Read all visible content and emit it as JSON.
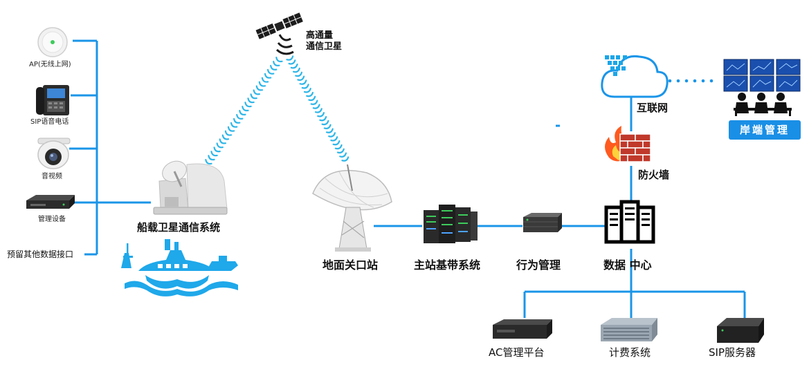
{
  "colors": {
    "wire": "#1a95e8",
    "signal": "#2fb6e8",
    "accent": "#1a8fe6",
    "flame": "#ff5a1f",
    "brick": "#c0392b"
  },
  "icons": [
    "access-point-icon",
    "ip-phone-icon",
    "camera-icon",
    "network-switch-icon",
    "ship-antenna-icon",
    "ship-icon",
    "satellite-icon",
    "cloud-icon",
    "firewall-icon",
    "dish-antenna-icon",
    "server-rack-icon",
    "router-icon",
    "datacenter-icon",
    "rack-server-icon",
    "monitor-wall-icon"
  ],
  "devices": {
    "ap": "AP(无线上网)",
    "phone": "SIP语音电话",
    "camera": "音视频",
    "manage": "管理设备",
    "reserved": "预留其他数据接口"
  },
  "ship_system": "船载卫星通信系统",
  "satellite": {
    "line1": "高通量",
    "line2": "通信卫星"
  },
  "internet": "互联网",
  "firewall": "防火墙",
  "shore": "岸端管理",
  "chain": {
    "gateway": "地面关口站",
    "baseband": "主站基带系统",
    "behavior": "行为管理",
    "datacenter": "数据 中心"
  },
  "bottom": {
    "ac": "AC管理平台",
    "billing": "计费系统",
    "sip": "SIP服务器"
  }
}
